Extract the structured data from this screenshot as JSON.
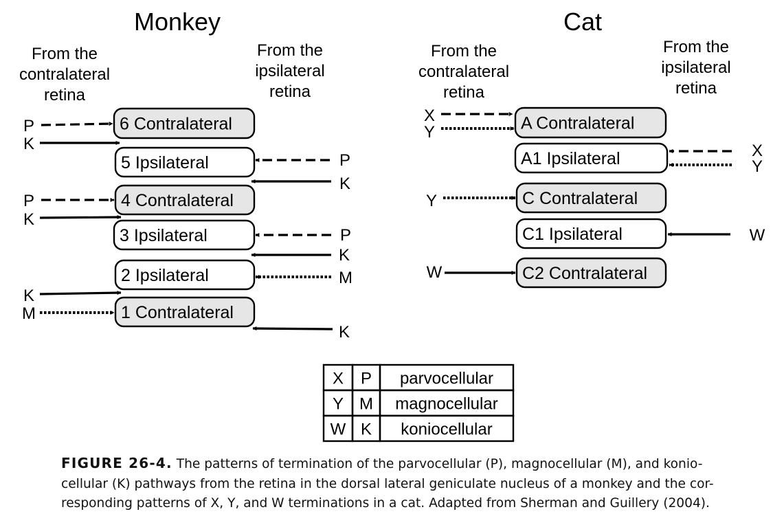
{
  "panels": {
    "monkey": {
      "title": "Monkey",
      "left_header": [
        "From the",
        "contralateral",
        "retina"
      ],
      "right_header": [
        "From the",
        "ipsilateral",
        "retina"
      ],
      "layers": [
        {
          "id": "6",
          "label": "6 Contralateral",
          "type": "contralateral"
        },
        {
          "id": "5",
          "label": "5   Ipsilateral",
          "type": "ipsilateral"
        },
        {
          "id": "4",
          "label": "4 Contralateral",
          "type": "contralateral"
        },
        {
          "id": "3",
          "label": "3   Ipsilateral",
          "type": "ipsilateral"
        },
        {
          "id": "2",
          "label": "2   Ipsilateral",
          "type": "ipsilateral"
        },
        {
          "id": "1",
          "label": "1 Contralateral",
          "type": "contralateral"
        }
      ],
      "inputs": [
        {
          "label": "P",
          "side": "left",
          "style": "dashed",
          "target": "6"
        },
        {
          "label": "K",
          "side": "left",
          "style": "solid",
          "target": "between 6 and 5"
        },
        {
          "label": "P",
          "side": "right",
          "style": "dashed",
          "target": "5"
        },
        {
          "label": "K",
          "side": "right",
          "style": "solid",
          "target": "between 5 and 4"
        },
        {
          "label": "P",
          "side": "left",
          "style": "dashed",
          "target": "4"
        },
        {
          "label": "K",
          "side": "left",
          "style": "solid",
          "target": "between 4 and 3"
        },
        {
          "label": "P",
          "side": "right",
          "style": "dashed",
          "target": "3"
        },
        {
          "label": "K",
          "side": "right",
          "style": "solid",
          "target": "between 3 and 2"
        },
        {
          "label": "M",
          "side": "right",
          "style": "dotted",
          "target": "2"
        },
        {
          "label": "K",
          "side": "left",
          "style": "solid",
          "target": "between 2 and 1"
        },
        {
          "label": "M",
          "side": "left",
          "style": "dotted",
          "target": "1"
        },
        {
          "label": "K",
          "side": "right",
          "style": "solid",
          "target": "below 1"
        }
      ]
    },
    "cat": {
      "title": "Cat",
      "left_header": [
        "From the",
        "contralateral",
        "retina"
      ],
      "right_header": [
        "From the",
        "ipsilateral",
        "retina"
      ],
      "layers": [
        {
          "id": "A",
          "label": "A Contralateral",
          "type": "contralateral"
        },
        {
          "id": "A1",
          "label": "A1  Ipsilateral",
          "type": "ipsilateral"
        },
        {
          "id": "C",
          "label": "C Contralateral",
          "type": "contralateral"
        },
        {
          "id": "C1",
          "label": "C1  Ipsilateral",
          "type": "ipsilateral"
        },
        {
          "id": "C2",
          "label": "C2 Contralateral",
          "type": "contralateral"
        }
      ],
      "inputs": [
        {
          "label": "X",
          "side": "left",
          "style": "dashed",
          "target": "A"
        },
        {
          "label": "Y",
          "side": "left",
          "style": "dotted",
          "target": "A"
        },
        {
          "label": "X",
          "side": "right",
          "style": "dashed",
          "target": "A1"
        },
        {
          "label": "Y",
          "side": "right",
          "style": "dotted",
          "target": "A1"
        },
        {
          "label": "Y",
          "side": "left",
          "style": "dotted",
          "target": "C"
        },
        {
          "label": "W",
          "side": "right",
          "style": "solid",
          "target": "C1"
        },
        {
          "label": "W",
          "side": "left",
          "style": "solid",
          "target": "C2"
        }
      ]
    }
  },
  "legend": [
    {
      "cat": "X",
      "monkey": "P",
      "name": "parvocellular"
    },
    {
      "cat": "Y",
      "monkey": "M",
      "name": "magnocellular"
    },
    {
      "cat": "W",
      "monkey": "K",
      "name": "koniocellular"
    }
  ],
  "caption": {
    "lead": "FIGURE 26-4.",
    "lines": [
      " The patterns of termination of the parvocellular (P), magnocellular (M), and konio-",
      "cellular (K) pathways from the retina in the dorsal lateral geniculate nucleus of a monkey and the cor-",
      "responding patterns of X, Y, and W terminations in a cat. Adapted from Sherman and Guillery (2004)."
    ]
  },
  "colors": {
    "contralateral_fill": "#e6e6e6",
    "ipsilateral_fill": "#ffffff",
    "stroke": "#000000"
  }
}
